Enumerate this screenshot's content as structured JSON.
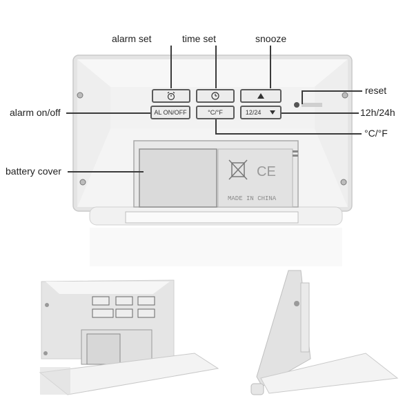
{
  "labels": {
    "alarm_set": "alarm set",
    "time_set": "time set",
    "snooze": "snooze",
    "reset": "reset",
    "alarm_onoff": "alarm on/off",
    "hour_mode": "12h/24h",
    "temp_unit": "°C/°F",
    "battery_cover": "battery cover"
  },
  "buttons": {
    "alarm_onoff": "AL ON/OFF",
    "temp_unit": "°C/°F",
    "hour_mode": "12/24"
  },
  "device_text": {
    "made_in": "MADE IN CHINA",
    "ce_mark": "CE"
  },
  "icons": [
    "alarm-clock-icon",
    "clock-icon",
    "triangle-up-icon",
    "triangle-down-icon",
    "reset-pinhole-icon",
    "crossed-bin-icon",
    "screw-icon"
  ],
  "colors": {
    "body": "#e9e9e9",
    "bevel": "#f6f6f6",
    "button_border": "#5a5a5a",
    "leader": "#3a3a3a"
  }
}
